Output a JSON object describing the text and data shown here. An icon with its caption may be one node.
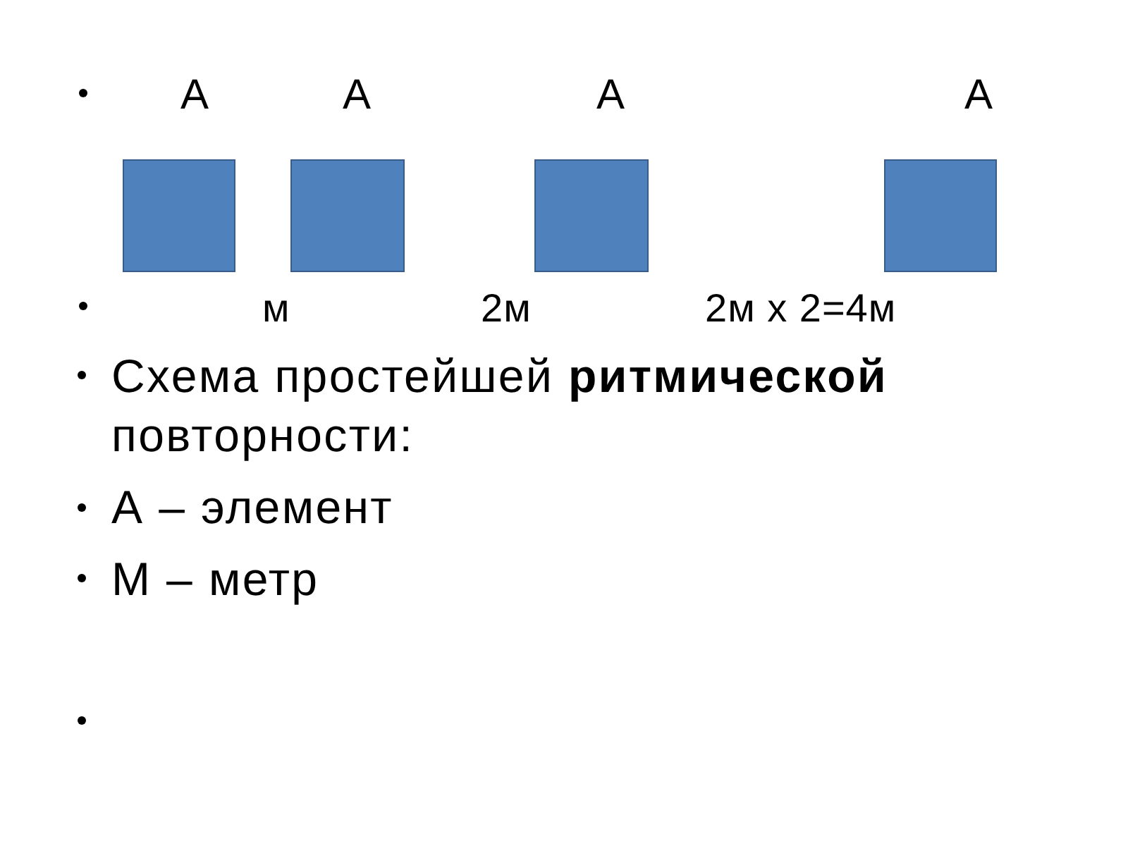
{
  "diagram": {
    "nodes": [
      {
        "text": [],
        "shape": "box",
        "beside": [
          "А"
        ]
      },
      {
        "text": [],
        "shape": "box",
        "beside": [
          "А"
        ]
      },
      {
        "text": [],
        "shape": "box",
        "beside": [
          "А"
        ]
      },
      {
        "text": [],
        "shape": "box",
        "beside": [
          "А"
        ]
      }
    ],
    "labels": [
      "м",
      "2м",
      "2м х 2=4м",
      "Схема простейшей **ритмической** повторности:",
      "А – элемент",
      "М – метр"
    ]
  }
}
